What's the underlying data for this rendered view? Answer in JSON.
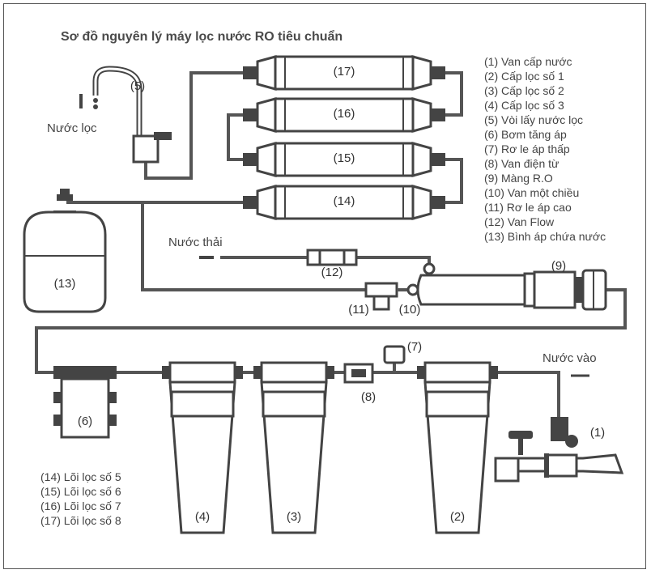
{
  "title": "Sơ đồ nguyên lý máy lọc nước RO tiêu chuẩn",
  "legend_right": [
    "(1) Van cấp nước",
    "(2) Cấp lọc số 1",
    "(3) Cấp lọc số 2",
    "(4) Cấp lọc số 3",
    "(5) Vòi lấy nước lọc",
    "(6) Bơm tăng áp",
    "(7) Rơ le áp thấp",
    "(8) Van điện từ",
    "(9) Màng R.O",
    "(10) Van một chiều",
    "(11) Rơ le áp cao",
    "(12) Van Flow",
    "(13) Bình áp chứa nước"
  ],
  "legend_left": [
    "(14) Lõi lọc số 5",
    "(15) Lõi lọc số 6",
    "(16) Lõi lọc số 7",
    "(17) Lõi lọc số 8"
  ],
  "labels": {
    "filtered_water": "Nước lọc",
    "waste_water": "Nước thải",
    "water_in": "Nước vào"
  },
  "numbers": {
    "n1": "(1)",
    "n2": "(2)",
    "n3": "(3)",
    "n4": "(4)",
    "n5": "(5)",
    "n6": "(6)",
    "n7": "(7)",
    "n8": "(8)",
    "n9": "(9)",
    "n10": "(10)",
    "n11": "(11)",
    "n12": "(12)",
    "n13": "(13)",
    "n14": "(14)",
    "n15": "(15)",
    "n16": "(16)",
    "n17": "(17)"
  },
  "colors": {
    "pipe": "#555555",
    "fill": "#ffffff",
    "dark": "#444444"
  }
}
